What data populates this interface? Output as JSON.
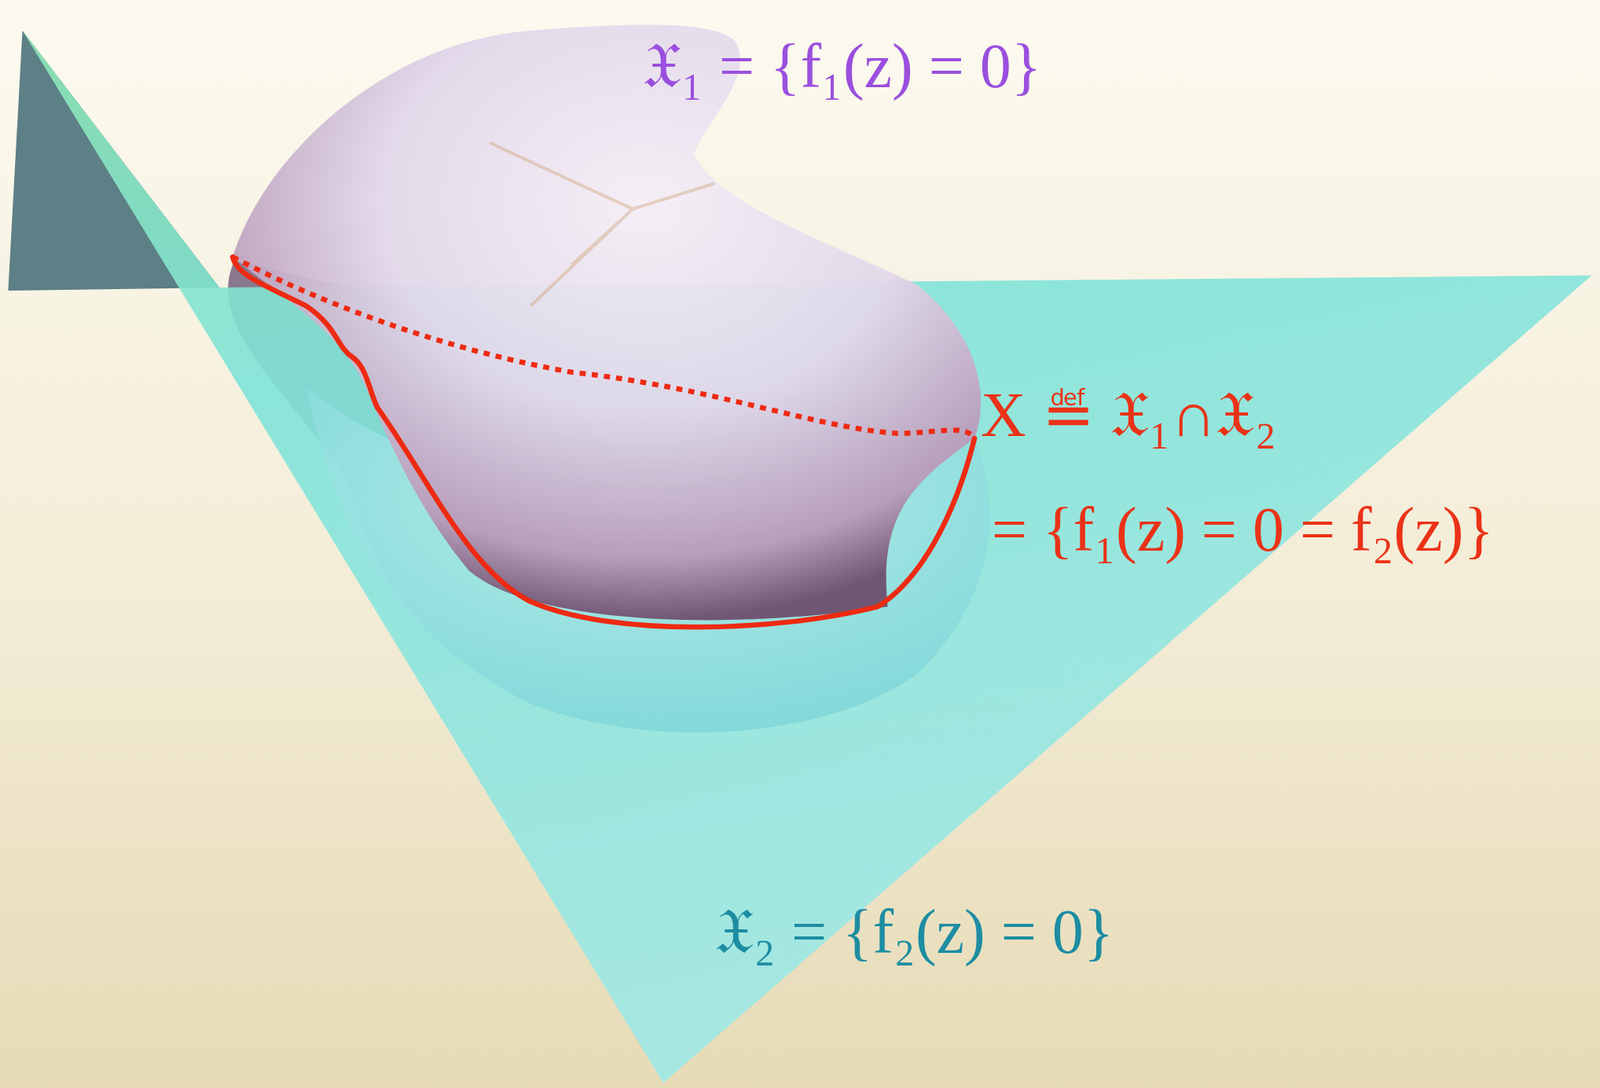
{
  "diagram": {
    "labels": [
      "𝔛₁ = {f₁(z) = 0}",
      "X ≝ 𝔛₁∩𝔛₂",
      "= {f₁(z) = 0 = f₂(z)}",
      "𝔛₂ = {f₂(z) = 0}"
    ]
  }
}
